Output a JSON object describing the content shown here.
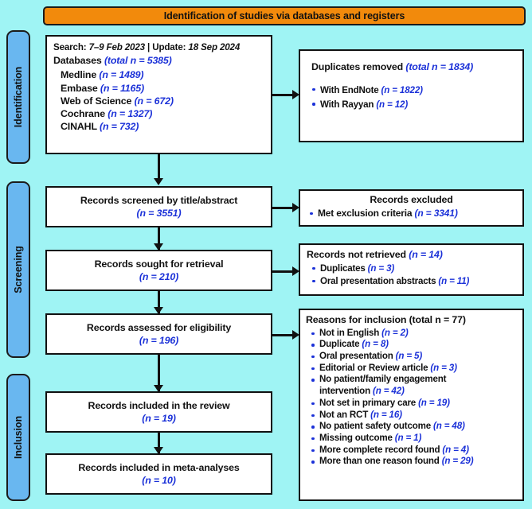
{
  "header": {
    "title": "Identification of studies via databases and registers",
    "bar_color": "#F28A0C"
  },
  "stages": [
    {
      "id": "identification",
      "label": "Identification"
    },
    {
      "id": "screening",
      "label": "Screening"
    },
    {
      "id": "inclusion",
      "label": "Inclusion"
    }
  ],
  "colors": {
    "background": "#9FF4F4",
    "stage_label": "#69B7F0",
    "accent_number": "#1B31D8",
    "box_border": "#111111",
    "box_fill": "#FFFFFF"
  },
  "boxes": {
    "databases": {
      "search_label": "Search:",
      "search_dates": "7–9 Feb 2023",
      "search_separator": "|",
      "update_label": "Update:",
      "update_date": "18 Sep 2024",
      "db_heading": "Databases",
      "db_total": "(total n = 5385)",
      "sources": [
        {
          "name": "Medline",
          "n": "(n = 1489)"
        },
        {
          "name": "Embase",
          "n": "(n = 1165)"
        },
        {
          "name": "Web of Science",
          "n": "(n = 672)"
        },
        {
          "name": "Cochrane",
          "n": "(n = 1327)"
        },
        {
          "name": "CINAHL",
          "n": "(n = 732)"
        }
      ]
    },
    "duplicates_removed": {
      "title": "Duplicates removed",
      "total": "(total n = 1834)",
      "items": [
        {
          "text": "With EndNote",
          "n": "(n = 1822)"
        },
        {
          "text": "With Rayyan",
          "n": "(n = 12)"
        }
      ]
    },
    "records_screened": {
      "title": "Records screened by title/abstract",
      "n": "(n = 3551)"
    },
    "records_excluded": {
      "title": "Records excluded",
      "items": [
        {
          "text": "Met exclusion criteria",
          "n": "(n = 3341)"
        }
      ]
    },
    "records_sought": {
      "title": "Records sought for retrieval",
      "n": "(n = 210)"
    },
    "records_not_retrieved": {
      "title": "Records not retrieved",
      "total": "(n = 14)",
      "items": [
        {
          "text": "Duplicates",
          "n": "(n = 3)"
        },
        {
          "text": "Oral presentation abstracts",
          "n": "(n = 11)"
        }
      ]
    },
    "records_assessed": {
      "title": "Records assessed for eligibility",
      "n": "(n = 196)"
    },
    "reasons_for_inclusion": {
      "title": "Reasons for inclusion (total n = 77)",
      "items": [
        {
          "text": "Not in English",
          "n": "(n = 2)"
        },
        {
          "text": "Duplicate",
          "n": "(n = 8)"
        },
        {
          "text": "Oral presentation",
          "n": "(n = 5)"
        },
        {
          "text": "Editorial or Review article",
          "n": "(n = 3)"
        },
        {
          "text": "No patient/family engagement",
          "text2": "intervention",
          "n": "(n = 42)"
        },
        {
          "text": "Not set in primary care",
          "n": "(n = 19)"
        },
        {
          "text": "Not an RCT",
          "n": "(n = 16)"
        },
        {
          "text": "No patient safety outcome",
          "n": "(n = 48)"
        },
        {
          "text": "Missing outcome",
          "n": "(n = 1)"
        },
        {
          "text": "More complete record found",
          "n": "(n = 4)"
        },
        {
          "text": "More than one reason found",
          "n": "(n = 29)"
        }
      ]
    },
    "included_review": {
      "title": "Records included in the review",
      "n": "(n = 19)"
    },
    "included_meta": {
      "title": "Records included in meta-analyses",
      "n": "(n = 10)"
    }
  }
}
